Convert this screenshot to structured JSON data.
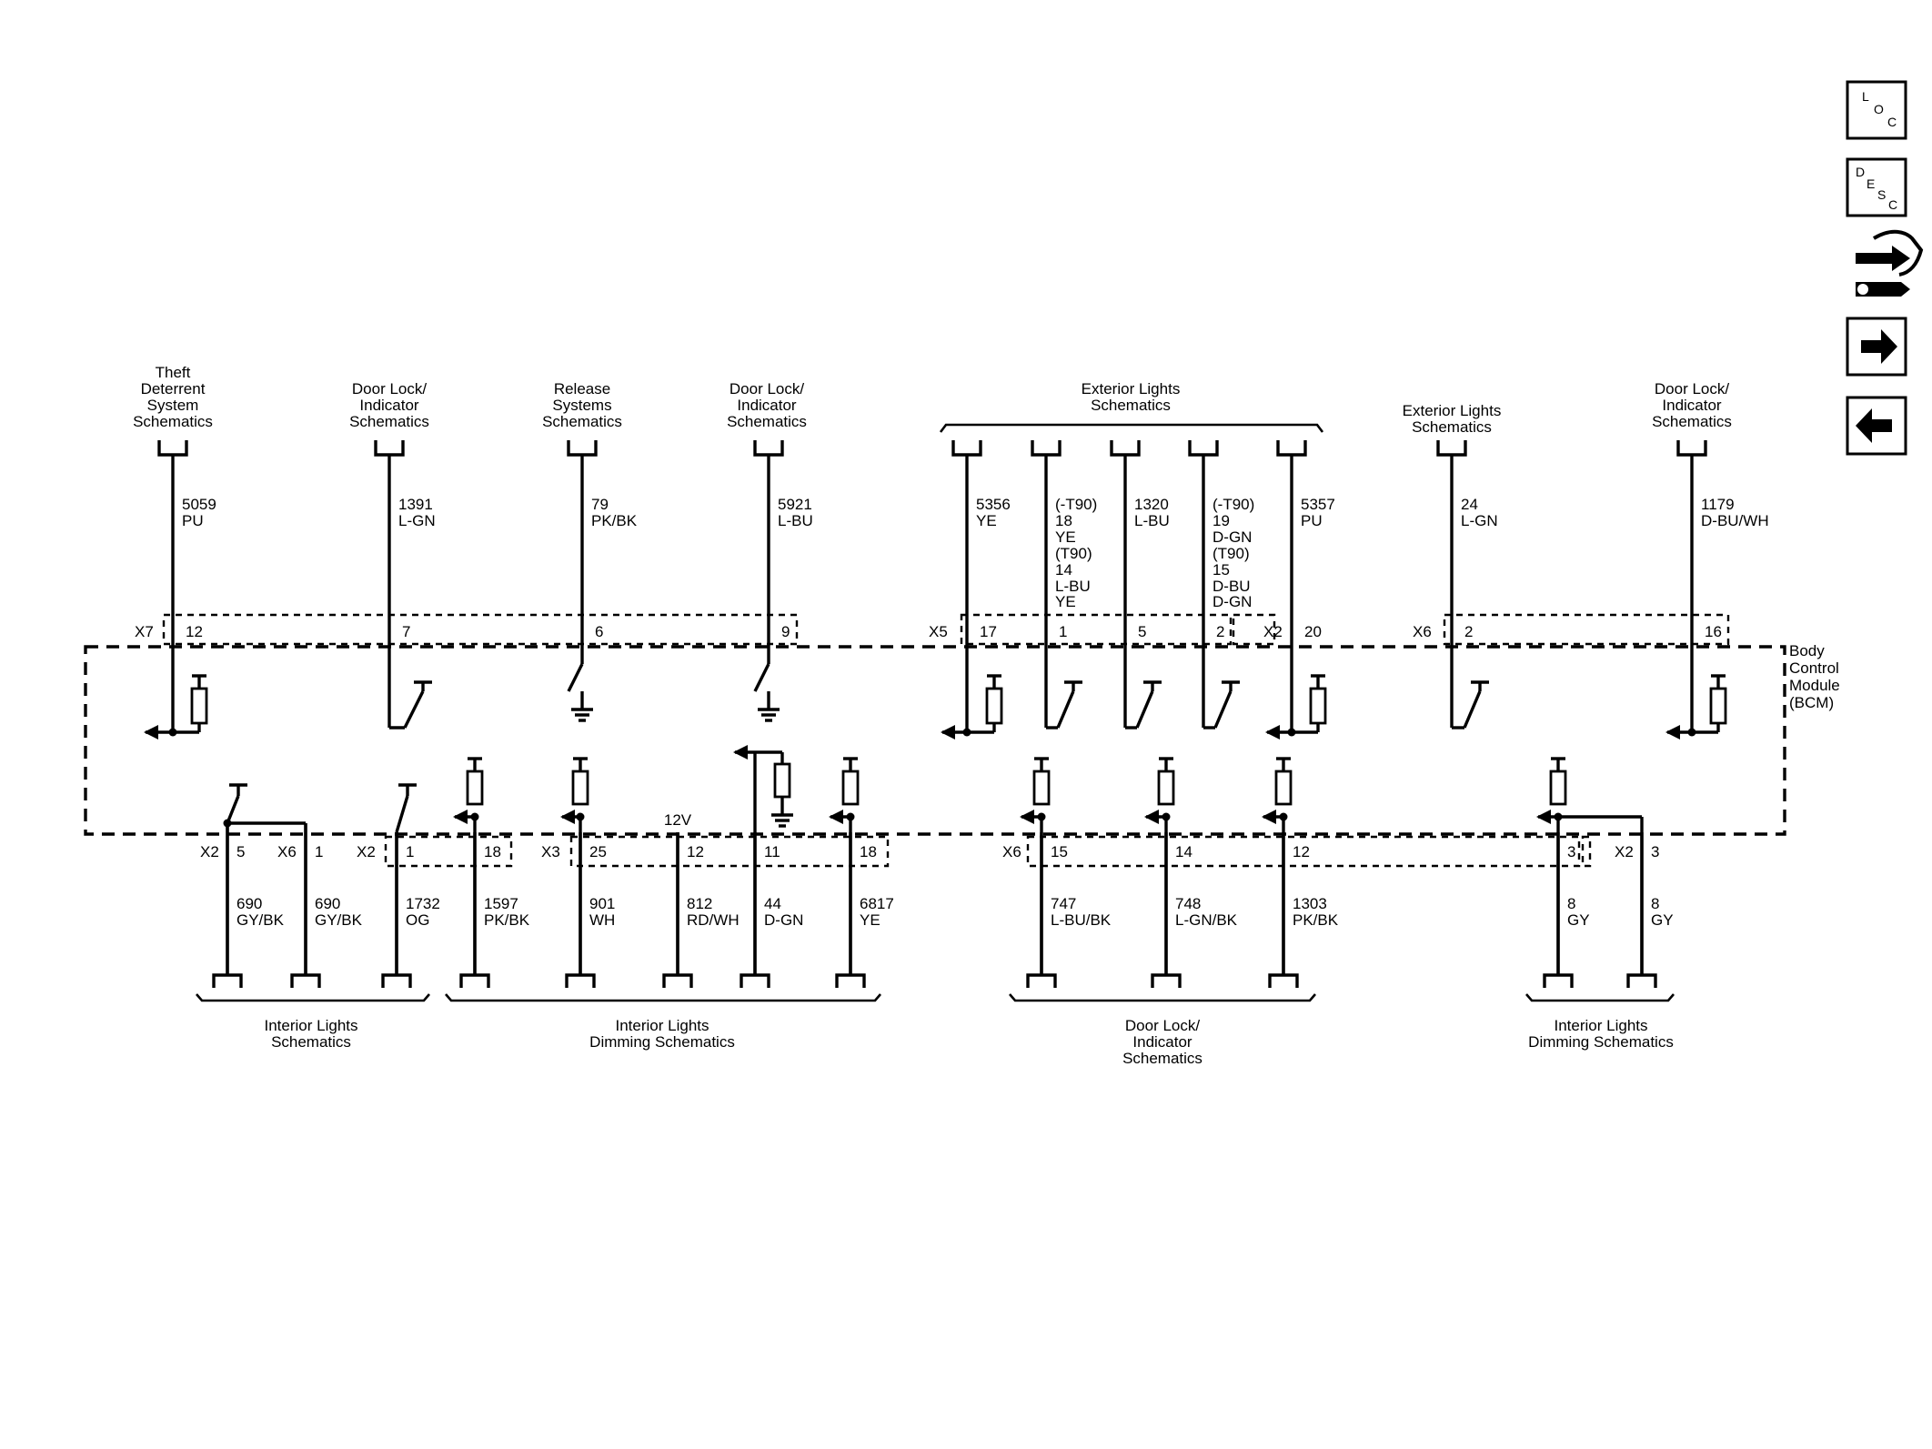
{
  "icons": {
    "loc": [
      "L",
      "O",
      "C"
    ],
    "desc": [
      "D",
      "E",
      "S",
      "C"
    ],
    "tools": "wrench-screwdriver-icon",
    "next": "arrow-right-icon",
    "prev": "arrow-left-icon"
  },
  "module": {
    "lines": [
      "Body",
      "Control",
      "Module",
      "(BCM)"
    ]
  },
  "top_groups": [
    {
      "lines": [
        "Theft",
        "Deterrent",
        "System",
        "Schematics"
      ]
    },
    {
      "lines": [
        "Door Lock/",
        "Indicator",
        "Schematics"
      ]
    },
    {
      "lines": [
        "Release",
        "Systems",
        "Schematics"
      ]
    },
    {
      "lines": [
        "Door Lock/",
        "Indicator",
        "Schematics"
      ]
    },
    {
      "lines": [
        "Exterior Lights",
        "Schematics"
      ]
    },
    {
      "lines": [
        "Exterior Lights",
        "Schematics"
      ]
    },
    {
      "lines": [
        "Door Lock/",
        "Indicator",
        "Schematics"
      ]
    }
  ],
  "top_wires": [
    {
      "circuit": [
        "5059",
        "PU"
      ],
      "pin": "12"
    },
    {
      "circuit": [
        "1391",
        "L-GN"
      ],
      "pin": "7"
    },
    {
      "circuit": [
        "79",
        "PK/BK"
      ],
      "pin": "6"
    },
    {
      "circuit": [
        "5921",
        "L-BU"
      ],
      "pin": "9"
    },
    {
      "circuit": [
        "5356",
        "YE"
      ],
      "pin": "17"
    },
    {
      "circuit": [
        "(-T90)",
        "18",
        "YE",
        "(T90)",
        "14",
        "L-BU"
      ],
      "pin": "1",
      "extra": "YE"
    },
    {
      "circuit": [
        "1320",
        "L-BU"
      ],
      "pin": "5"
    },
    {
      "circuit": [
        "(-T90)",
        "19",
        "D-GN",
        "(T90)",
        "15",
        "D-BU"
      ],
      "pin": "2",
      "extra": "D-GN"
    },
    {
      "circuit": [
        "5357",
        "PU"
      ],
      "pin": "20"
    },
    {
      "circuit": [
        "24",
        "L-GN"
      ],
      "pin": "2"
    },
    {
      "circuit": [
        "1179",
        "D-BU/WH"
      ],
      "pin": "16"
    }
  ],
  "top_connectors": [
    "X7",
    "X5",
    "X2",
    "X6"
  ],
  "bottom_connectors": [
    "X2",
    "X6",
    "X2",
    "X3",
    "X6",
    "X2"
  ],
  "bottom_wires": [
    {
      "circuit": [
        "690",
        "GY/BK"
      ],
      "pin": "5"
    },
    {
      "circuit": [
        "690",
        "GY/BK"
      ],
      "pin": "1"
    },
    {
      "circuit": [
        "1732",
        "OG"
      ],
      "pin": "1"
    },
    {
      "circuit": [
        "1597",
        "PK/BK"
      ],
      "pin": "18"
    },
    {
      "circuit": [
        "901",
        "WH"
      ],
      "pin": "25"
    },
    {
      "circuit": [
        "812",
        "RD/WH"
      ],
      "pin": "12"
    },
    {
      "circuit": [
        "44",
        "D-GN"
      ],
      "pin": "11"
    },
    {
      "circuit": [
        "6817",
        "YE"
      ],
      "pin": "18"
    },
    {
      "circuit": [
        "747",
        "L-BU/BK"
      ],
      "pin": "15"
    },
    {
      "circuit": [
        "748",
        "L-GN/BK"
      ],
      "pin": "14"
    },
    {
      "circuit": [
        "1303",
        "PK/BK"
      ],
      "pin": "12"
    },
    {
      "circuit": [
        "8",
        "GY"
      ],
      "pin": "3"
    },
    {
      "circuit": [
        "8",
        "GY"
      ],
      "pin": "3"
    }
  ],
  "voltage_label": "12V",
  "bottom_groups": [
    {
      "lines": [
        "Interior Lights",
        "Schematics"
      ]
    },
    {
      "lines": [
        "Interior Lights",
        "Dimming Schematics"
      ]
    },
    {
      "lines": [
        "Door Lock/",
        "Indicator",
        "Schematics"
      ]
    },
    {
      "lines": [
        "Interior Lights",
        "Dimming Schematics"
      ]
    }
  ]
}
